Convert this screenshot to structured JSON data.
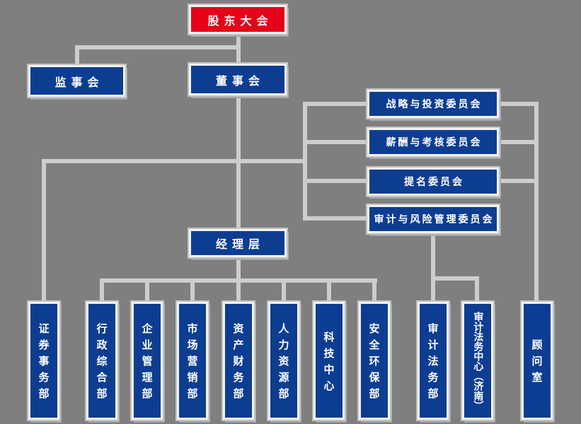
{
  "org": {
    "shareholders": "股东大会",
    "supervisory": "监事会",
    "board": "董事会",
    "committees": [
      "战略与投资委员会",
      "薪酬与考核委员会",
      "提名委员会",
      "审计与风险管理委员会"
    ],
    "management": "经理层",
    "departments": [
      "证券事务部",
      "行政综合部",
      "企业管理部",
      "市场营销部",
      "资产财务部",
      "人力资源部",
      "科技中心",
      "安全环保部",
      "审计法务部",
      "审计法务中心（济南）",
      "顾问室"
    ]
  },
  "colors": {
    "background": "#7f7f7f",
    "connector": "#cdcdcd",
    "node_blue": "#0d3d91",
    "node_red": "#e60019",
    "node_border": "#f2f2f2",
    "text": "#ffffff"
  }
}
